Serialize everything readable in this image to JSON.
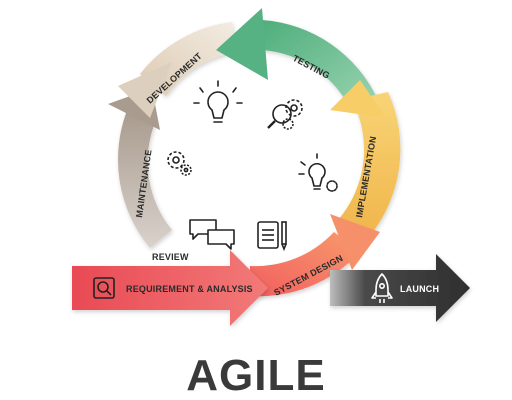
{
  "title": "AGILE",
  "stages": {
    "testing": "TESTING",
    "development": "DEVELOPMENT",
    "maintenance": "MAINTENANCE",
    "review": "REVIEW",
    "requirement": "REQUIREMENT & ANALYSIS",
    "system_design": "SYSTEM DESIGN",
    "implementation": "IMPLEMENTATION",
    "launch": "LAUNCH"
  },
  "colors": {
    "testing": "#6fbf93",
    "development": "#e9dccb",
    "maintenance": "#b4a79b",
    "review": "#d6d2cd",
    "requirement": "#ef5d63",
    "system_design": "#f47a63",
    "implementation": "#f4c85f",
    "launch": "#3c3c3c"
  },
  "icons": [
    "lightbulb-icon",
    "gears-magnifier-icon",
    "gear-icon",
    "lightbulb-gear-icon",
    "chat-bubbles-icon",
    "document-pen-icon",
    "magnifier-doc-icon",
    "rocket-icon"
  ]
}
